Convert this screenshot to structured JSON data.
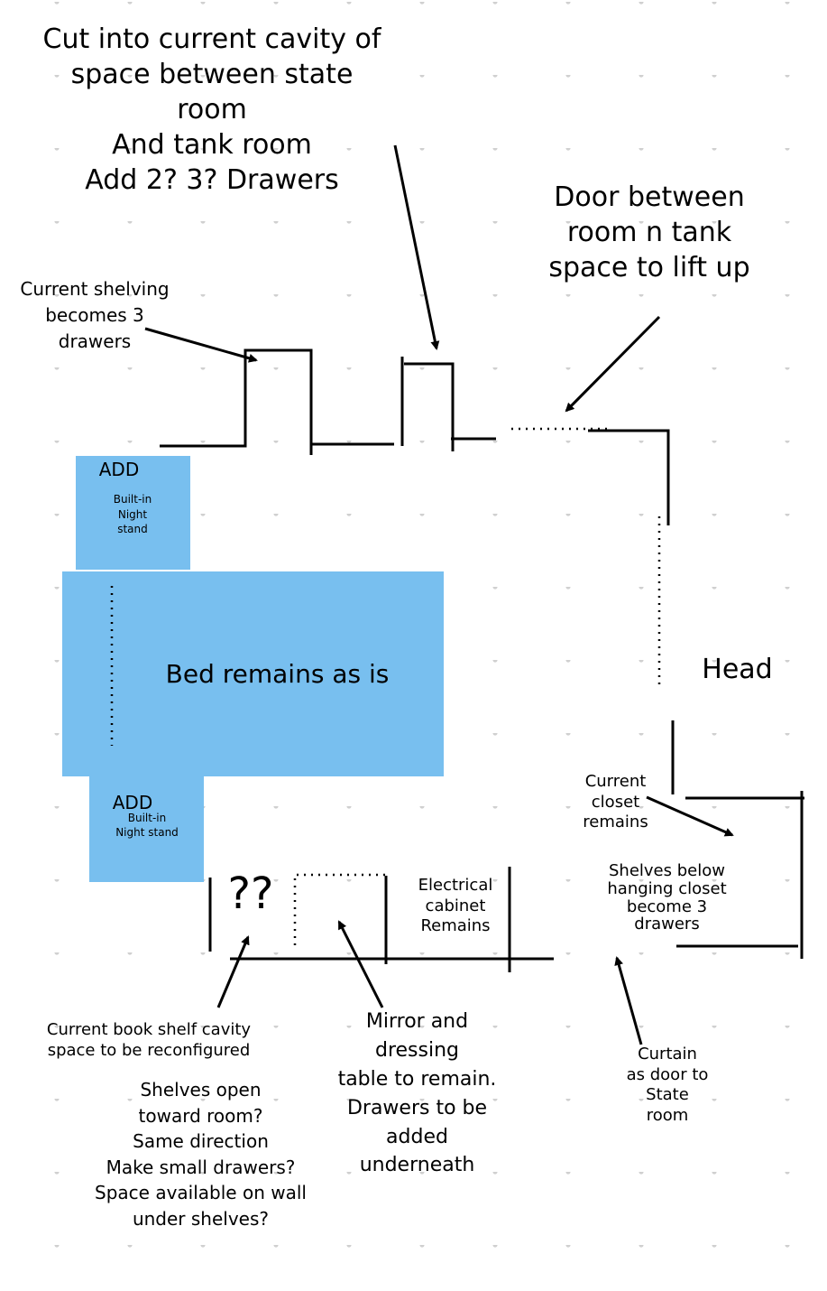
{
  "colors": {
    "furniture": "#78bfef",
    "ink": "#000000",
    "grid_dot": "#d0d0d0"
  },
  "notes": {
    "cavity": "Cut into current cavity of\nspace between state\nroom\nAnd tank room\n    Add 2? 3? Drawers",
    "door": "Door between\nroom n tank\nspace to lift up",
    "shelving": "Current shelving\nbecomes 3\ndrawers",
    "head": "Head",
    "closet": "Current\ncloset\nremains",
    "shelves_below": "Shelves below\nhanging closet\nbecome 3\ndrawers",
    "electrical": "Electrical\ncabinet\nRemains",
    "question": "??",
    "bookshelf": "Current book shelf cavity\nspace to be reconfigured",
    "bookshelf_questions": "Shelves open\ntoward room?\nSame direction\nMake small drawers?\nSpace available on wall\nunder shelves?",
    "mirror": "Mirror and\ndressing\ntable to remain.\nDrawers to be\nadded\nunderneath",
    "curtain": "Curtain\nas door to\nState\nroom"
  },
  "furniture": {
    "nightstand_top": {
      "add": "ADD",
      "text": "Built-in\nNight\nstand"
    },
    "bed": {
      "text": "Bed remains as is"
    },
    "nightstand_bottom": {
      "add": "ADD",
      "text": "Built-in\nNight stand"
    }
  }
}
